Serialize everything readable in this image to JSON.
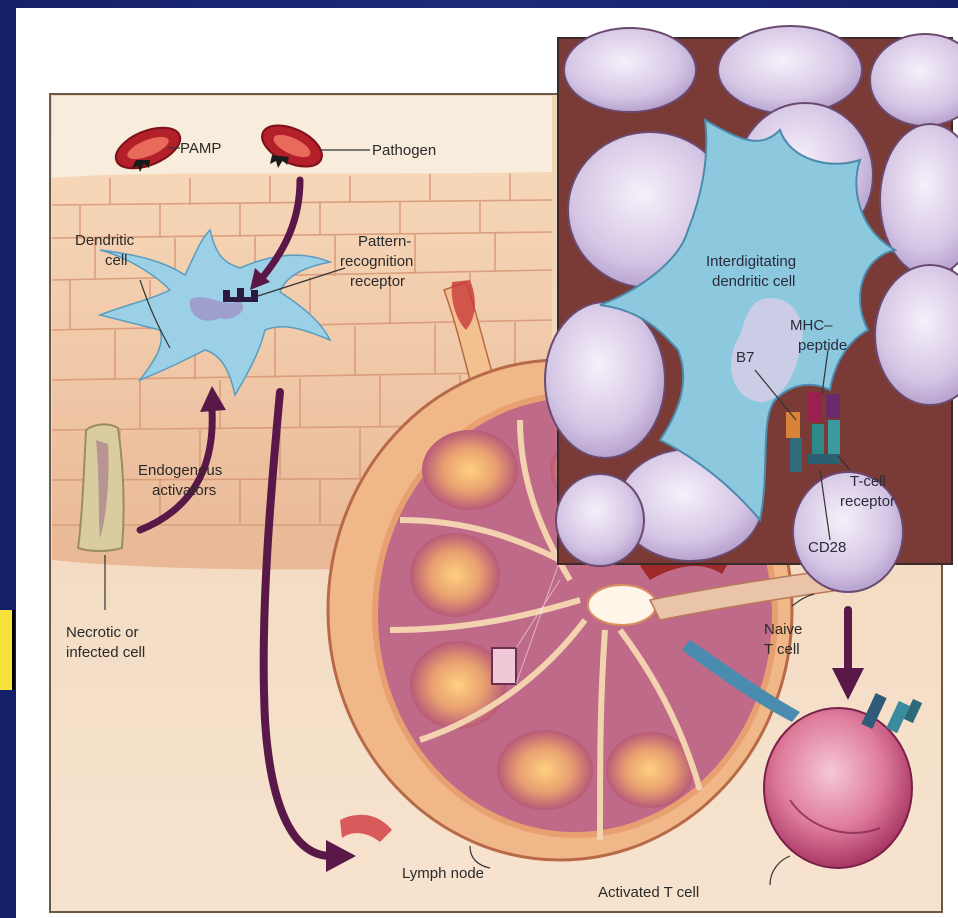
{
  "labels": {
    "pamp": "PAMP",
    "pathogen": "Pathogen",
    "dendritic_cell_1": "Dendritic",
    "dendritic_cell_2": "cell",
    "prr_1": "Pattern-",
    "prr_2": "recognition",
    "prr_3": "receptor",
    "endogenous_1": "Endogenous",
    "endogenous_2": "activators",
    "necrotic_1": "Necrotic or",
    "necrotic_2": "infected cell",
    "lymph_node": "Lymph node",
    "activated_t_cell": "Activated T cell",
    "naive_1": "Naive",
    "naive_2": "T cell",
    "interdig_1": "Interdigitating",
    "interdig_2": "dendritic cell",
    "mhc_1": "MHC–",
    "mhc_2": "peptide",
    "b7": "B7",
    "tcr_1": "T-cell",
    "tcr_2": "receptor",
    "cd28": "CD28"
  },
  "colors": {
    "background_blue": "#1c2c78",
    "skin": "#efc8a4",
    "cell_lilac": "#d8c8e6",
    "dendritic_blue": "#8ccbe0",
    "arrow_purple": "#5a1848",
    "activated_cell": "#d0587e"
  }
}
